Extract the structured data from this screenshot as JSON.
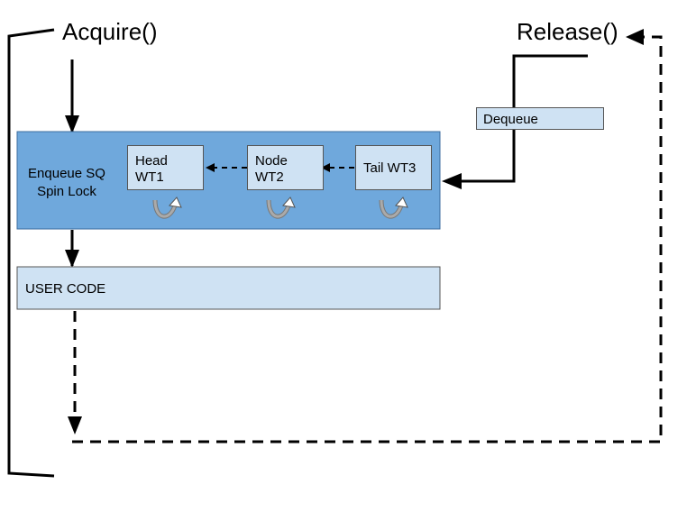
{
  "labels": {
    "acquire": "Acquire()",
    "release": "Release()",
    "dequeue": "Dequeue",
    "enqueue": "Enqueue SQ\nSpin Lock",
    "user_code": "USER CODE"
  },
  "nodes": [
    {
      "label": "Head\nWT1"
    },
    {
      "label": "Node\nWT2"
    },
    {
      "label": "Tail WT3"
    }
  ],
  "colors": {
    "queue_box": "#6fa8dc",
    "light_box": "#cfe2f3",
    "line": "#000000",
    "spin_arrow": "#999999"
  },
  "icons": [
    "spin-loop-icon"
  ]
}
